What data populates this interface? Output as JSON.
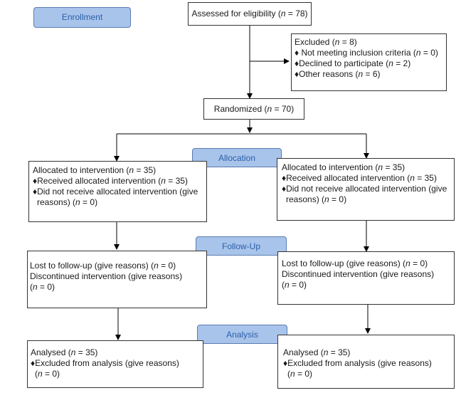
{
  "stages": {
    "enrollment": "Enrollment",
    "allocation": "Allocation",
    "follow_up": "Follow-Up",
    "analysis": "Analysis"
  },
  "assessed": {
    "pre": "Assessed for eligibility (",
    "n": "n",
    "post": " = 78)"
  },
  "excluded": {
    "title": {
      "pre": "Excluded (",
      "n": "n",
      "post": " = 8)"
    },
    "items": [
      {
        "pre": "♦ Not meeting inclusion criteria (",
        "n": "n",
        "post": " = 0)"
      },
      {
        "pre": "♦Declined to participate (",
        "n": "n",
        "post": " = 2)"
      },
      {
        "pre": "♦Other reasons (",
        "n": "n",
        "post": " = 6)"
      }
    ]
  },
  "randomized": {
    "pre": "Randomized (",
    "n": "n",
    "post": " = 70)"
  },
  "allocation_left": {
    "line1": {
      "pre": "Allocated to intervention (",
      "n": "n",
      "post": " = 35)"
    },
    "line2": {
      "pre": "♦Received allocated intervention (",
      "n": "n",
      "post": " = 35)"
    },
    "line3": "♦Did not receive allocated intervention (give",
    "line4": {
      "pre": "reasons) (",
      "n": "n",
      "post": " = 0)"
    }
  },
  "allocation_right": {
    "line1": {
      "pre": "Allocated to intervention (",
      "n": "n",
      "post": " = 35)"
    },
    "line2": {
      "pre": "♦Received allocated intervention (",
      "n": "n",
      "post": " = 35)"
    },
    "line3": "♦Did not receive allocated intervention (give",
    "line4": {
      "pre": "reasons) (",
      "n": "n",
      "post": " = 0)"
    }
  },
  "followup_left": {
    "line1": {
      "pre": "Lost to follow-up (give reasons) (",
      "n": "n",
      "post": " = 0)"
    },
    "line2": "Discontinued intervention (give reasons)",
    "line3": {
      "pre": "(",
      "n": "n",
      "post": " = 0)"
    }
  },
  "followup_right": {
    "line1": {
      "pre": "Lost to follow-up (give reasons) (",
      "n": "n",
      "post": " = 0)"
    },
    "line2": "Discontinued intervention (give reasons)",
    "line3": {
      "pre": "(",
      "n": "n",
      "post": " = 0)"
    }
  },
  "analysis_left": {
    "line1": {
      "pre": "Analysed (",
      "n": "n",
      "post": " = 35)"
    },
    "line2": "♦Excluded from analysis (give reasons)",
    "line3": {
      "pre": "(",
      "n": "n",
      "post": " = 0)"
    }
  },
  "analysis_right": {
    "line1": {
      "pre": "Analysed (",
      "n": "n",
      "post": " = 35)"
    },
    "line2": "♦Excluded from analysis (give reasons)",
    "line3": {
      "pre": "(",
      "n": "n",
      "post": " = 0)"
    }
  },
  "colors": {
    "stage_fill": "#a9c4eb",
    "stage_text": "#2b5fa8",
    "line": "#000000"
  }
}
